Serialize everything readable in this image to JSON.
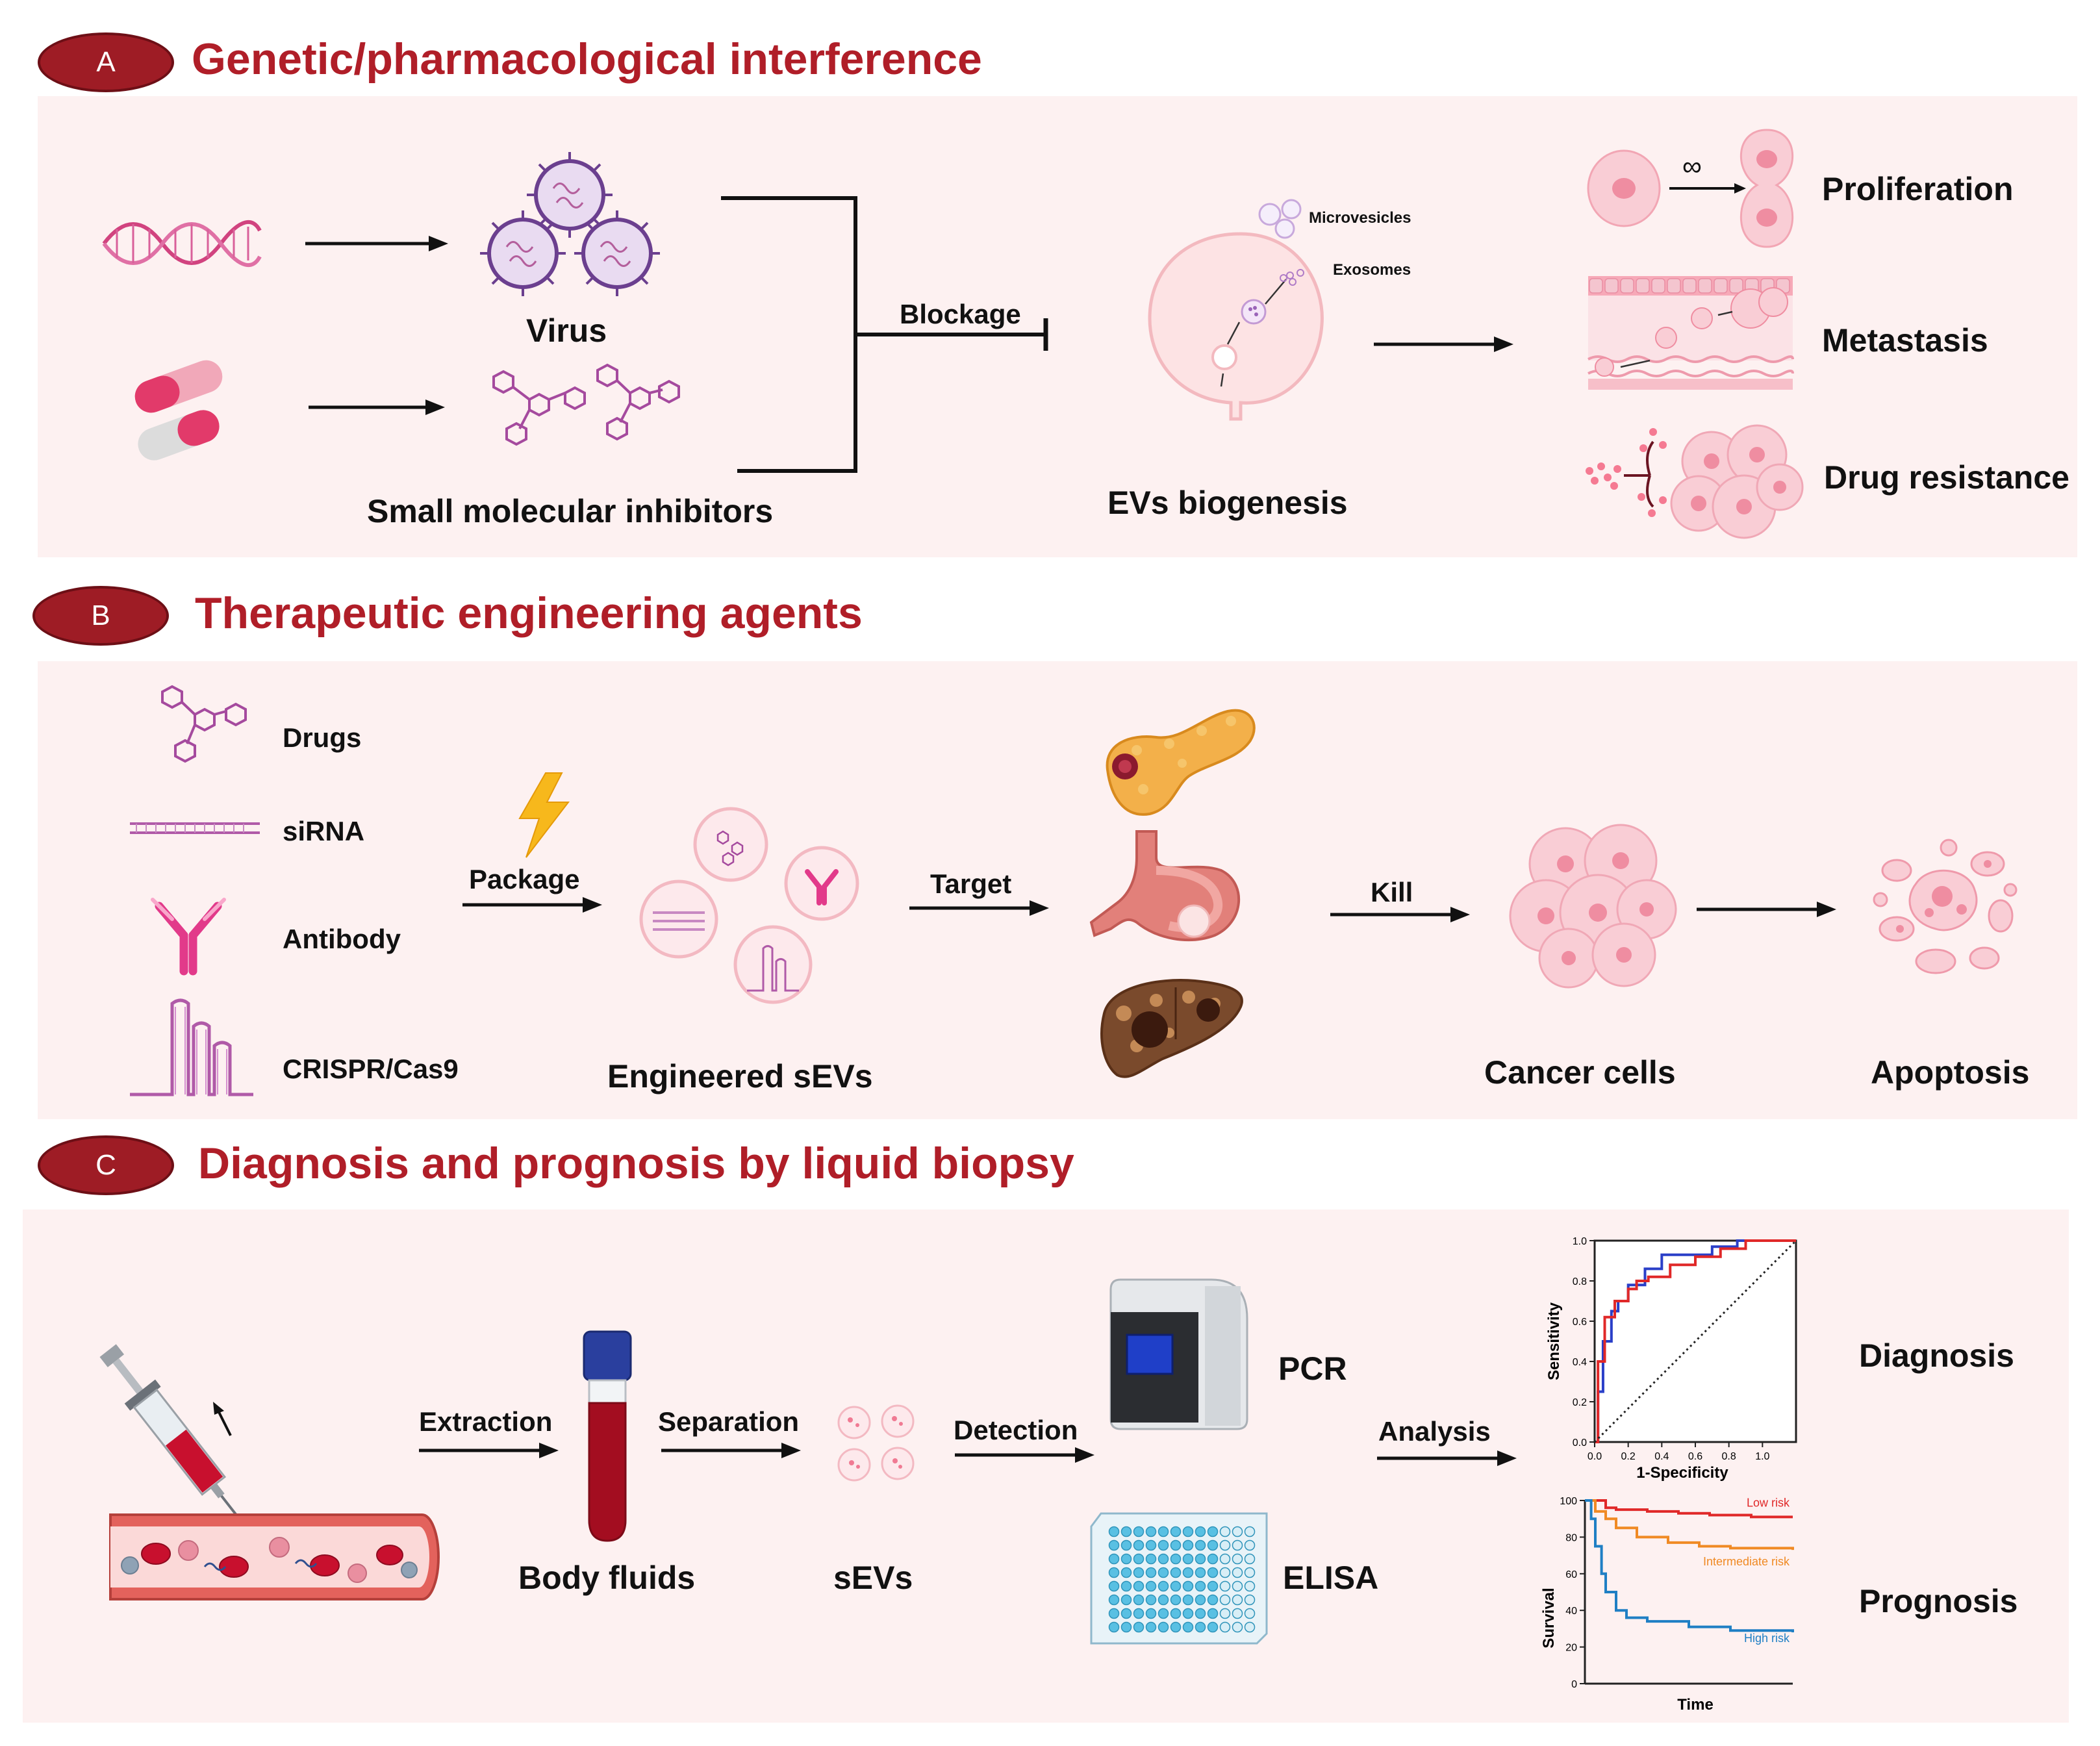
{
  "panel_a": {
    "badge": "A",
    "title": "Genetic/pharmacological interference",
    "virus": "Virus",
    "inhibitors": "Small molecular inhibitors",
    "blockage": "Blockage",
    "ev_biogenesis": "EVs biogenesis",
    "microvesicles": "Microvesicles",
    "exosomes": "Exosomes",
    "infinity": "∞",
    "outcomes": [
      "Proliferation",
      "Metastasis",
      "Drug resistance"
    ]
  },
  "panel_b": {
    "badge": "B",
    "title": "Therapeutic engineering agents",
    "cargo": [
      "Drugs",
      "siRNA",
      "Antibody",
      "CRISPR/Cas9"
    ],
    "package": "Package",
    "engineered": "Engineered sEVs",
    "target": "Target",
    "kill": "Kill",
    "cancer_cells": "Cancer cells",
    "apoptosis": "Apoptosis"
  },
  "panel_c": {
    "badge": "C",
    "title": "Diagnosis and prognosis by liquid biopsy",
    "extraction": "Extraction",
    "body_fluids": "Body fluids",
    "separation": "Separation",
    "sevs": "sEVs",
    "detection": "Detection",
    "pcr": "PCR",
    "elisa": "ELISA",
    "analysis": "Analysis",
    "diagnosis": "Diagnosis",
    "prognosis": "Prognosis"
  },
  "chart_data": [
    {
      "type": "line",
      "xlabel": "1-Specificity",
      "ylabel": "Sensitivity",
      "xlim": [
        0,
        1.2
      ],
      "ylim": [
        0,
        1.0
      ],
      "xticks": [
        "0.0",
        "0.2",
        "0.4",
        "0.6",
        "0.8",
        "1.0"
      ],
      "yticks": [
        "0.0",
        "0.2",
        "0.4",
        "0.6",
        "0.8",
        "1.0"
      ],
      "series": [
        {
          "color": "#2a3fc8",
          "x": [
            0,
            0.02,
            0.02,
            0.05,
            0.05,
            0.1,
            0.1,
            0.14,
            0.14,
            0.2,
            0.2,
            0.3,
            0.3,
            0.4,
            0.4,
            0.55,
            0.55,
            0.7,
            0.7,
            0.85,
            0.85,
            1.2
          ],
          "y": [
            0,
            0,
            0.25,
            0.25,
            0.5,
            0.5,
            0.65,
            0.65,
            0.7,
            0.7,
            0.78,
            0.78,
            0.86,
            0.86,
            0.93,
            0.93,
            0.93,
            0.93,
            0.97,
            0.97,
            1.0,
            1.0
          ]
        },
        {
          "color": "#e02828",
          "x": [
            0,
            0.02,
            0.02,
            0.06,
            0.06,
            0.12,
            0.12,
            0.2,
            0.2,
            0.25,
            0.25,
            0.32,
            0.32,
            0.45,
            0.45,
            0.6,
            0.6,
            0.75,
            0.75,
            0.9,
            0.9,
            1.2
          ],
          "y": [
            0,
            0,
            0.4,
            0.4,
            0.62,
            0.62,
            0.7,
            0.7,
            0.76,
            0.76,
            0.8,
            0.8,
            0.82,
            0.82,
            0.88,
            0.88,
            0.92,
            0.92,
            0.96,
            0.96,
            1.0,
            1.0
          ]
        },
        {
          "color": "#222222",
          "dashed": true,
          "x": [
            0,
            1.2
          ],
          "y": [
            0,
            1.0
          ]
        }
      ]
    },
    {
      "type": "line",
      "xlabel": "Time",
      "ylabel": "Survival",
      "ylim": [
        0,
        100
      ],
      "yticks": [
        "0",
        "20",
        "40",
        "60",
        "80",
        "100"
      ],
      "series": [
        {
          "name": "Low risk",
          "color": "#e02828",
          "x": [
            0,
            0.1,
            0.15,
            0.3,
            0.45,
            0.6,
            0.8,
            1.0
          ],
          "y": [
            100,
            96,
            95,
            94,
            93,
            92,
            91,
            91
          ]
        },
        {
          "name": "Intermediate risk",
          "color": "#f08a24",
          "x": [
            0,
            0.05,
            0.1,
            0.15,
            0.25,
            0.4,
            0.55,
            0.7,
            1.0
          ],
          "y": [
            100,
            94,
            90,
            85,
            80,
            77,
            75,
            74,
            73
          ]
        },
        {
          "name": "High risk",
          "color": "#1f7fc4",
          "x": [
            0,
            0.03,
            0.05,
            0.08,
            0.1,
            0.15,
            0.2,
            0.3,
            0.5,
            0.7,
            1.0
          ],
          "y": [
            100,
            90,
            75,
            60,
            50,
            40,
            36,
            34,
            31,
            29,
            28
          ]
        }
      ]
    }
  ]
}
